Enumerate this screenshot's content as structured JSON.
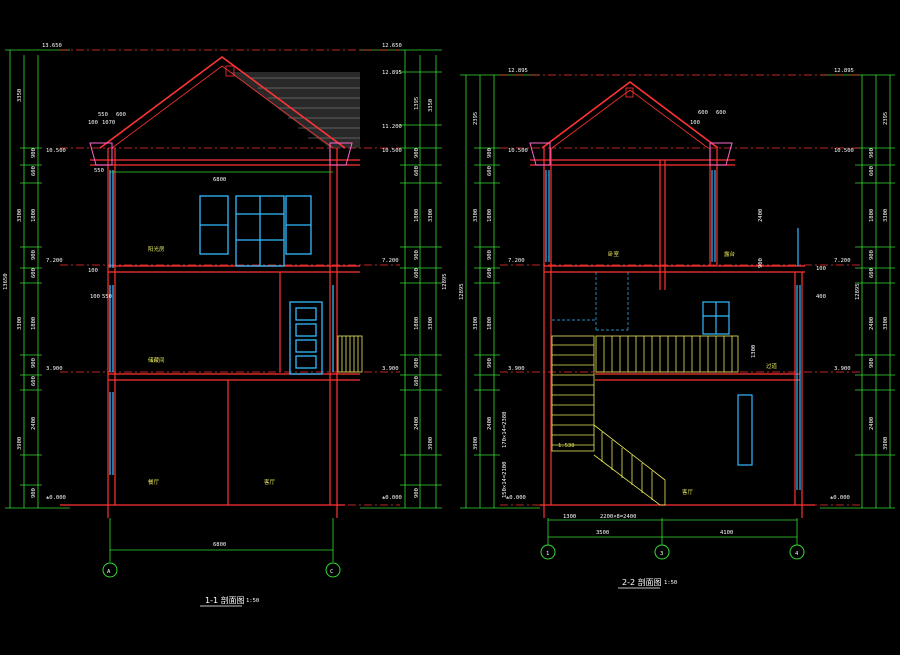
{
  "colors": {
    "background": "#000000",
    "dimension": "#33dd33",
    "wall": "#ff3333",
    "slab": "#ff66cc",
    "window": "#33bbff",
    "stair": "#e8e85a",
    "text": "#ffffff",
    "roof": "#bbbbbb"
  },
  "section1": {
    "title": "1-1 剖面图",
    "scale": "1:50",
    "axes": [
      "A",
      "C"
    ],
    "bottom_dim": "6800",
    "top_dim": "6800",
    "room_labels": [
      "阳光房",
      "储藏间",
      "餐厅",
      "客厅"
    ],
    "elev_left": [
      "13.650",
      "10.500",
      "7.200",
      "3.900",
      "±0.000"
    ],
    "elev_right": [
      "12.650",
      "12.895",
      "11.200",
      "10.500",
      "7.200",
      "3.900",
      "±0.000"
    ],
    "left_dims": [
      "3350",
      "900",
      "600",
      "3300",
      "1800",
      "900",
      "600",
      "3300",
      "1800",
      "900",
      "600",
      "3900",
      "2400",
      "900"
    ],
    "total_left": "13650",
    "total_right": "12895",
    "right_dims": [
      "3350",
      "1395",
      "900",
      "600",
      "3300",
      "1800",
      "900",
      "600",
      "3300",
      "1800",
      "900",
      "600",
      "3900",
      "2400",
      "900"
    ],
    "small_dims": [
      "550",
      "600",
      "100",
      "1070",
      "550",
      "100",
      "100",
      "550"
    ]
  },
  "section2": {
    "title": "2-2 剖面图",
    "scale": "1:50",
    "axes": [
      "1",
      "3",
      "4"
    ],
    "bottom_dims": [
      "3500",
      "4100"
    ],
    "sub_dims": [
      "1300",
      "2200×8=2400"
    ],
    "room_labels": [
      "卧室",
      "露台",
      "客厅",
      "过道"
    ],
    "elev_left": [
      "12.895",
      "10.500",
      "7.200",
      "3.900",
      "±0.000"
    ],
    "elev_right": [
      "12.895",
      "10.500",
      "7.200",
      "3.900",
      "±0.000"
    ],
    "left_dims": [
      "2395",
      "900",
      "600",
      "3300",
      "1800",
      "900",
      "600",
      "3300",
      "1800",
      "900",
      "3900",
      "2400"
    ],
    "stair_dims": [
      "150×14=2100",
      "170×14=2380",
      "1.530"
    ],
    "total_left": "12895",
    "total_right": "12895",
    "right_dims": [
      "2395",
      "900",
      "600",
      "3300",
      "1800",
      "900",
      "600",
      "3300",
      "2400",
      "900",
      "3900",
      "2400"
    ],
    "small_dims": [
      "600",
      "600",
      "100",
      "2400",
      "900",
      "100",
      "1300",
      "400"
    ]
  }
}
